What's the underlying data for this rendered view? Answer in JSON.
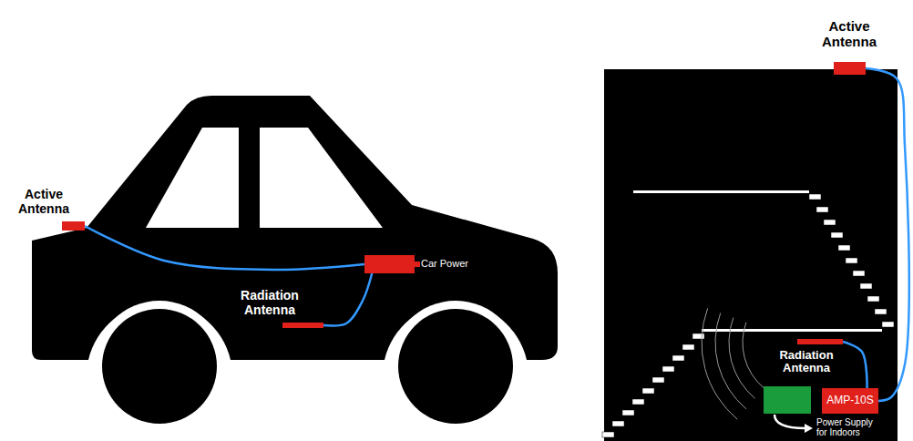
{
  "diagram": {
    "nodes": [
      {
        "text": [
          "Active Antenna"
        ]
      },
      {
        "text": [
          "Car Power"
        ]
      },
      {
        "text": [
          "Radiation Antenna"
        ]
      },
      {
        "text": [
          "Active Antenna"
        ]
      },
      {
        "text": [
          "AMP-10S"
        ]
      },
      {
        "text": [
          "Radiation Antenna"
        ]
      },
      {
        "text": [
          "Power Supply for Indoors"
        ]
      }
    ],
    "edges": [
      {
        "from": 0,
        "to": 1,
        "arrow": "none"
      },
      {
        "from": 1,
        "to": 2,
        "arrow": "none"
      },
      {
        "from": 3,
        "to": 4,
        "arrow": "none"
      },
      {
        "from": 5,
        "to": 4,
        "arrow": "none"
      }
    ]
  }
}
